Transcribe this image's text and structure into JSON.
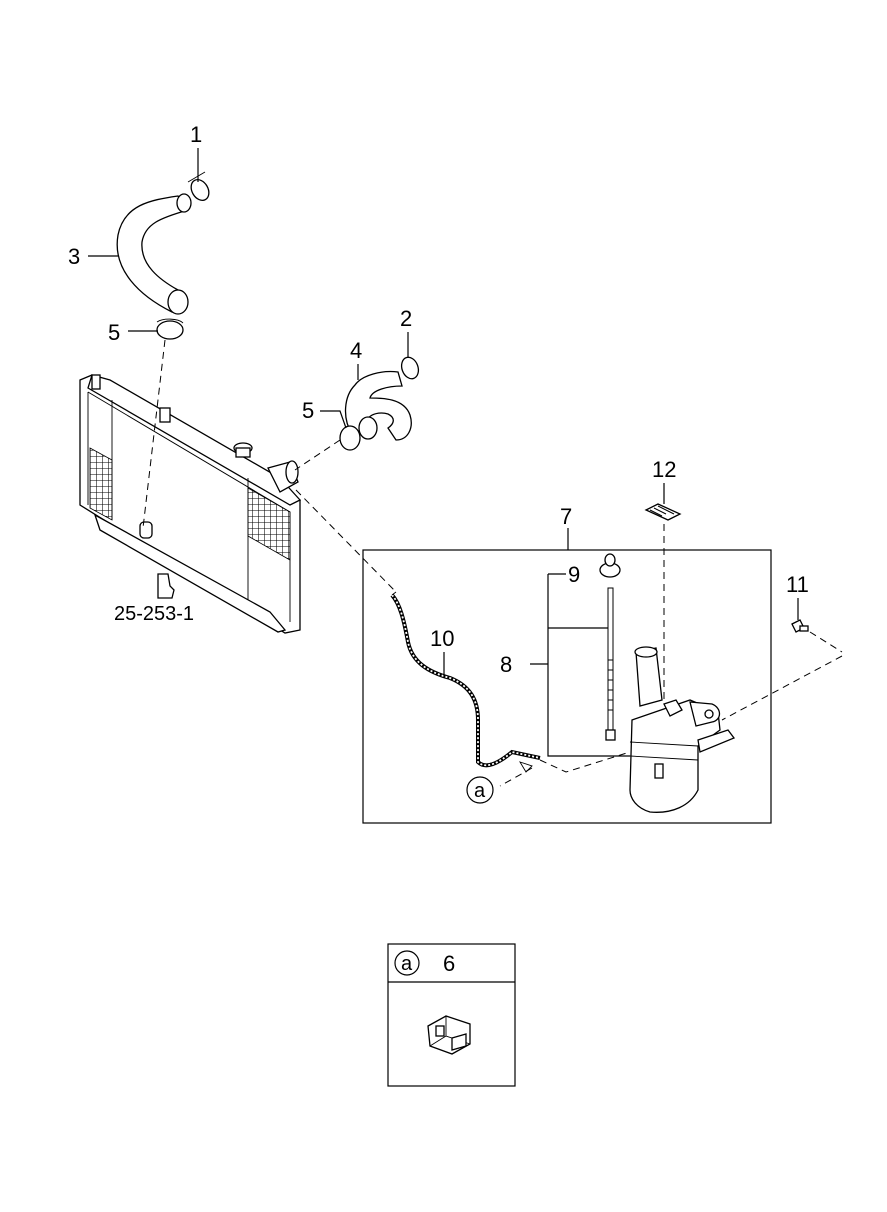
{
  "callouts": {
    "c1": "1",
    "c2": "2",
    "c3": "3",
    "c4": "4",
    "c5a": "5",
    "c5b": "5",
    "c7": "7",
    "c8": "8",
    "c9": "9",
    "c10": "10",
    "c11": "11",
    "c12": "12",
    "ref_radiator": "25-253-1",
    "marker_a": "a"
  },
  "detail_box": {
    "marker": "a",
    "part_number": "6"
  }
}
